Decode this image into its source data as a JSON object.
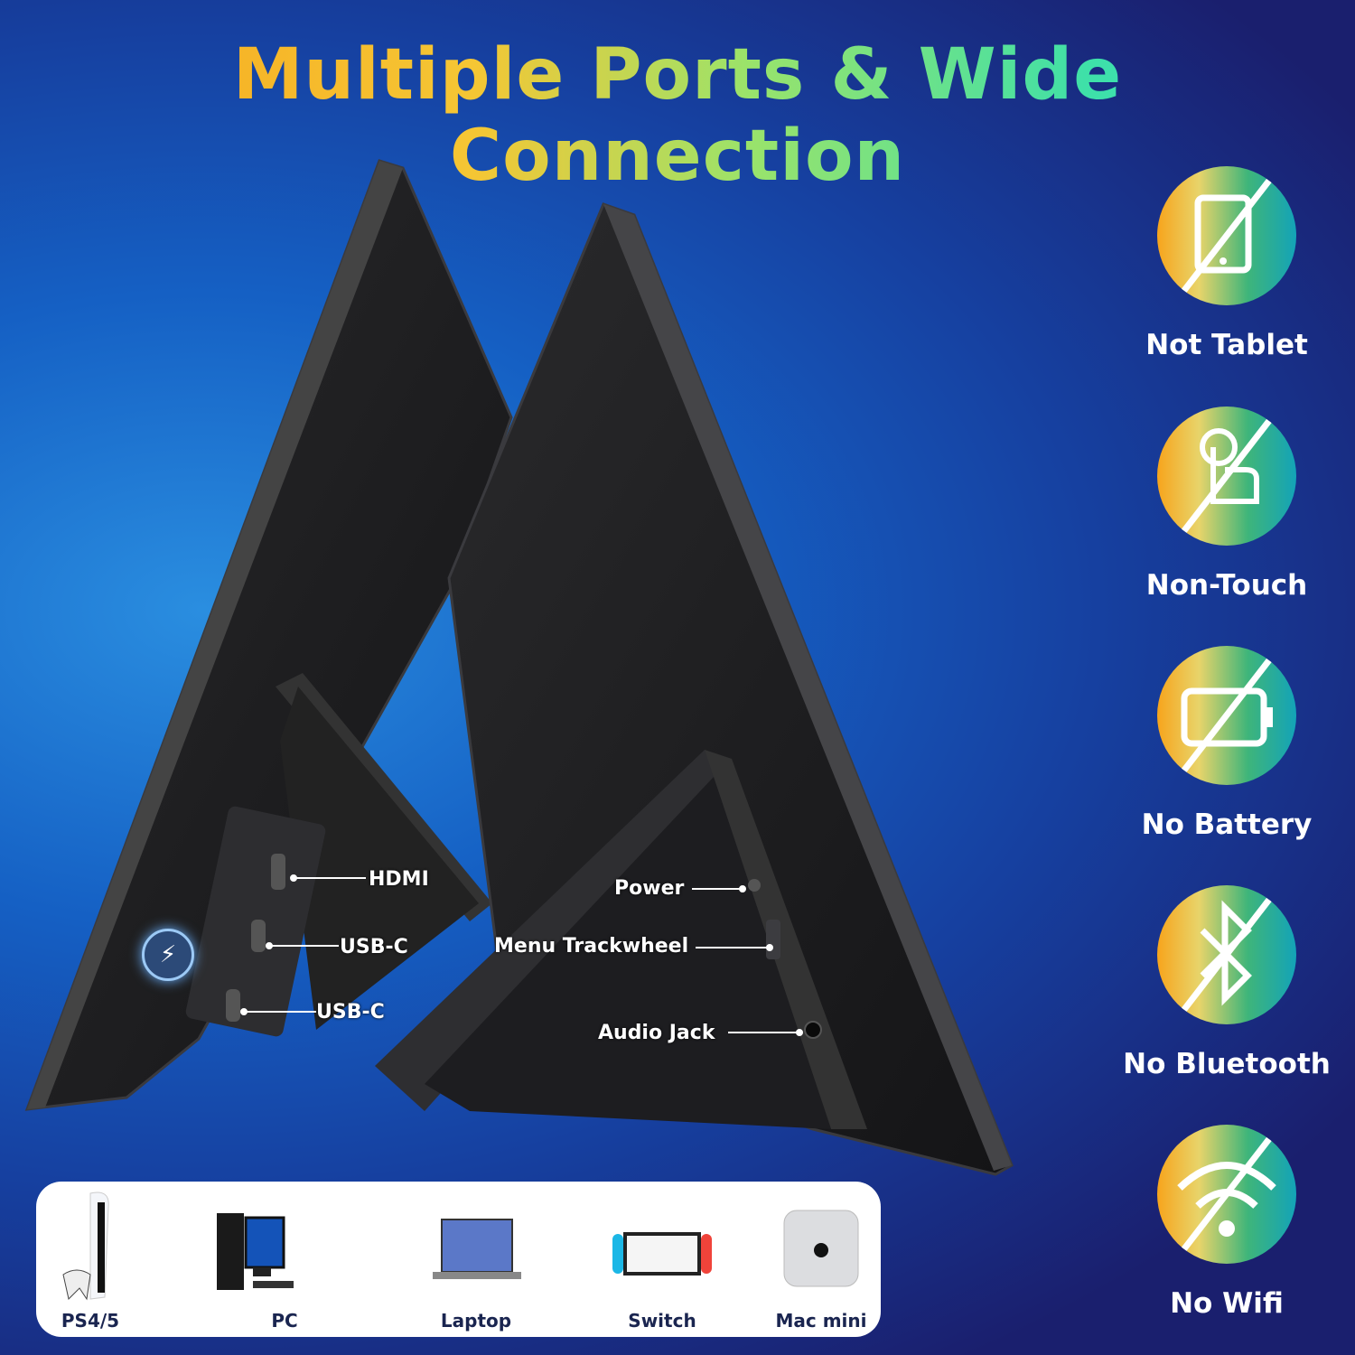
{
  "headline": "Multiple Ports & Wide Connection",
  "ports_left": [
    {
      "label": "HDMI"
    },
    {
      "label": "USB-C"
    },
    {
      "label": "USB-C"
    }
  ],
  "ports_right": [
    {
      "label": "Power"
    },
    {
      "label": "Menu Trackwheel"
    },
    {
      "label": "Audio Jack"
    }
  ],
  "features": [
    {
      "label": "Not Tablet",
      "icon": "no-tablet-icon"
    },
    {
      "label": "Non-Touch",
      "icon": "no-touch-icon"
    },
    {
      "label": "No Battery",
      "icon": "no-battery-icon"
    },
    {
      "label": "No Bluetooth",
      "icon": "no-bluetooth-icon"
    },
    {
      "label": "No Wifi",
      "icon": "no-wifi-icon"
    }
  ],
  "devices": [
    {
      "label": "PS4/5"
    },
    {
      "label": "PC"
    },
    {
      "label": "Laptop"
    },
    {
      "label": "Switch"
    },
    {
      "label": "Mac mini"
    }
  ],
  "colors": {
    "title_start": "#f7a41c",
    "title_mid": "#9be36a",
    "title_end": "#2fe0c8",
    "background": "#1a1f6e"
  }
}
